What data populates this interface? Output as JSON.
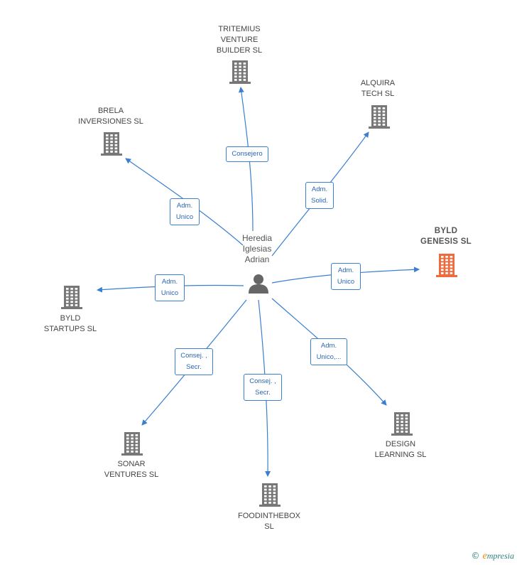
{
  "center": {
    "label": "Heredia\nIglesias\nAdrian",
    "icon": "person-icon"
  },
  "colors": {
    "edge": "#3a7fd0",
    "building": "#777777",
    "highlight": "#ef6a3c"
  },
  "nodes": [
    {
      "id": "tritemius",
      "label": "TRITEMIUS\nVENTURE\nBUILDER  SL",
      "relation": "Consejero",
      "highlight": false
    },
    {
      "id": "alquira",
      "label": "ALQUIRA\nTECH  SL",
      "relation": "Adm.\nSolid.",
      "highlight": false
    },
    {
      "id": "brela",
      "label": "BRELA\nINVERSIONES SL",
      "relation": "Adm.\nUnico",
      "highlight": false
    },
    {
      "id": "byld-genesis",
      "label": "BYLD\nGENESIS  SL",
      "relation": "Adm.\nUnico",
      "highlight": true
    },
    {
      "id": "byld-startups",
      "label": "BYLD\nSTARTUPS  SL",
      "relation": "Adm.\nUnico",
      "highlight": false
    },
    {
      "id": "design-learning",
      "label": "DESIGN\nLEARNING  SL",
      "relation": "Adm.\nUnico,...",
      "highlight": false
    },
    {
      "id": "sonar",
      "label": "SONAR\nVENTURES SL",
      "relation": "Consej. ,\nSecr.",
      "highlight": false
    },
    {
      "id": "foodinthebox",
      "label": "FOODINTHEBOX\nSL",
      "relation": "Consej. ,\nSecr.",
      "highlight": false
    }
  ],
  "footer": {
    "copyright": "©",
    "brand_initial": "e",
    "brand_rest": "mpresia"
  }
}
